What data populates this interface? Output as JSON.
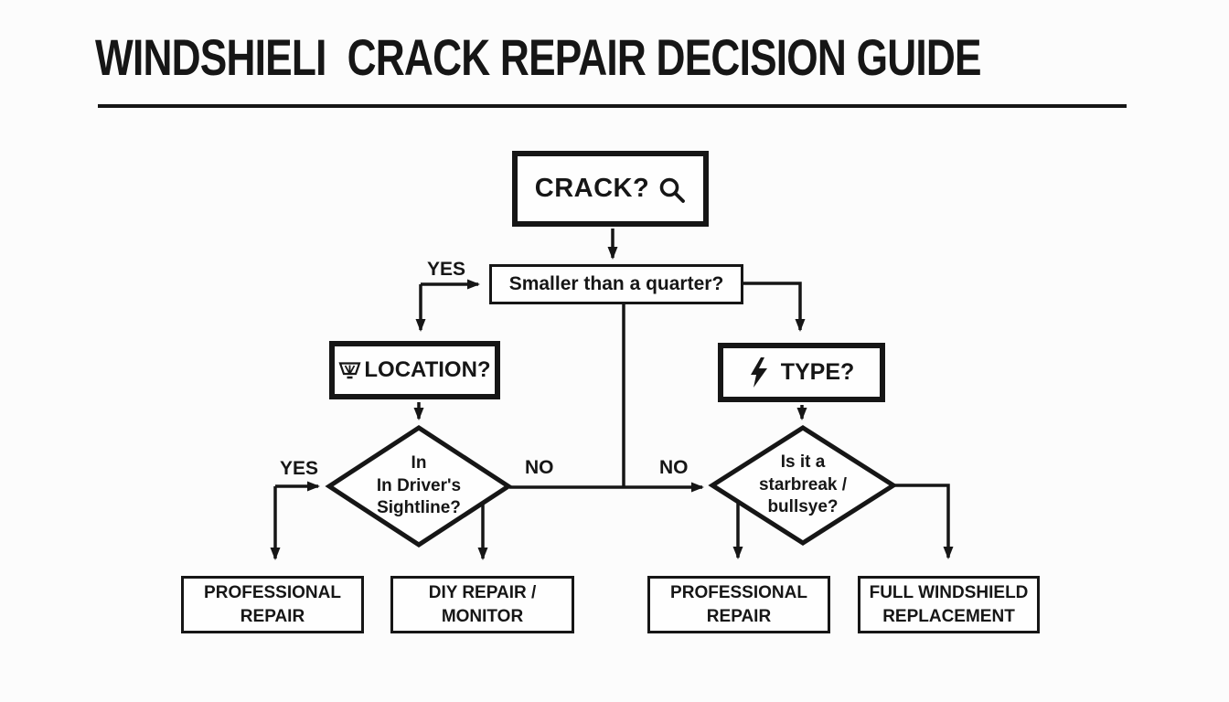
{
  "title": "WINDSHIELI  CRACK REPAIR DECISION GUIDE",
  "flowchart": {
    "start": {
      "label": "CRACK?"
    },
    "q_size": {
      "label": "Smaller than a quarter?"
    },
    "q_location": {
      "label": "LOCATION?"
    },
    "q_type": {
      "label": "TYPE?"
    },
    "d_sightline": {
      "line1": "In",
      "line2": "In Driver's",
      "line3": "Sightline?"
    },
    "d_break": {
      "line1": "Is it a",
      "line2": "starbreak /",
      "line3": "bullsye?"
    },
    "outcome_pro_left": {
      "line1": "PROFESSIONAL",
      "line2": "REPAIR"
    },
    "outcome_diy": {
      "line1": "DIY REPAIR /",
      "line2": "MONITOR"
    },
    "outcome_pro_right": {
      "line1": "PROFESSIONAL",
      "line2": "REPAIR"
    },
    "outcome_replace": {
      "line1": "FULL WINDSHIELD",
      "line2": "REPLACEMENT"
    }
  },
  "edge_labels": {
    "yes_top": "YES",
    "yes_left": "YES",
    "no_left": "NO",
    "no_right": "NO"
  },
  "icons": {
    "magnifier": "magnifier-icon",
    "wiper": "windshield-wiper-icon",
    "bolt": "lightning-bolt-icon"
  },
  "colors": {
    "ink": "#161616",
    "background": "#fcfcfc",
    "node_fill": "#fefefe"
  }
}
